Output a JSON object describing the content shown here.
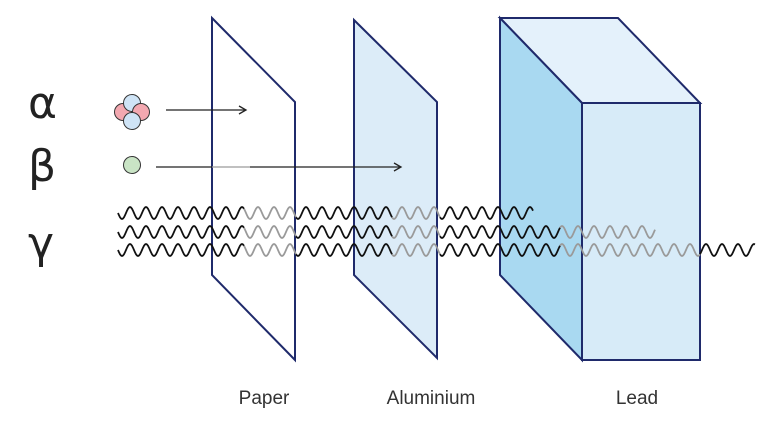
{
  "particles": {
    "alpha": {
      "symbol": "α"
    },
    "beta": {
      "symbol": "β"
    },
    "gamma": {
      "symbol": "γ"
    }
  },
  "barriers": [
    {
      "label": "Paper"
    },
    {
      "label": "Aluminium"
    },
    {
      "label": "Lead"
    }
  ],
  "colors": {
    "outline": "#1f2a6b",
    "paper_fill": "#ffffff",
    "aluminium_fill": "#dcecf8",
    "lead_front": "#d7ebf8",
    "lead_side": "#a9d9f1",
    "lead_top": "#e4f1fb",
    "proton": "#f3a8b0",
    "neutron": "#cfe4f6",
    "beta_particle": "#c9e4c5",
    "wave_dark": "#111111",
    "wave_light": "#9a9a9a"
  }
}
